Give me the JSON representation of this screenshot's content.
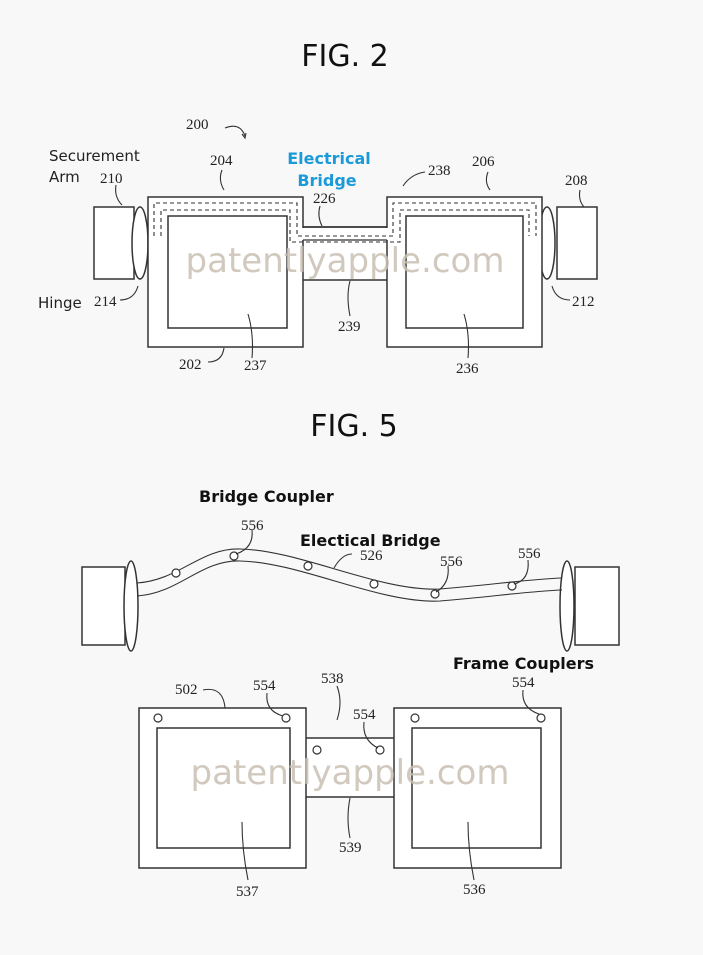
{
  "fig2": {
    "title": "FIG. 2",
    "labels": {
      "securement_arm_1": "Securement",
      "securement_arm_2": "Arm",
      "hinge": "Hinge",
      "electrical_bridge_1": "Electrical",
      "electrical_bridge_2": "Bridge"
    },
    "refs": {
      "r200": "200",
      "r204": "204",
      "r210": "210",
      "r226": "226",
      "r238": "238",
      "r206": "206",
      "r208": "208",
      "r214": "214",
      "r212": "212",
      "r239": "239",
      "r202": "202",
      "r237": "237",
      "r236": "236"
    }
  },
  "fig5": {
    "title": "FIG. 5",
    "labels": {
      "bridge_coupler": "Bridge Coupler",
      "electrical_bridge": "Electical Bridge",
      "frame_couplers": "Frame Couplers"
    },
    "refs": {
      "r556a": "556",
      "r526": "526",
      "r556b": "556",
      "r556c": "556",
      "r502": "502",
      "r554a": "554",
      "r538": "538",
      "r554b": "554",
      "r554c": "554",
      "r539": "539",
      "r537": "537",
      "r536": "536"
    }
  },
  "watermark": "patentlyapple.com",
  "colors": {
    "accent": "#1a9ad8"
  }
}
